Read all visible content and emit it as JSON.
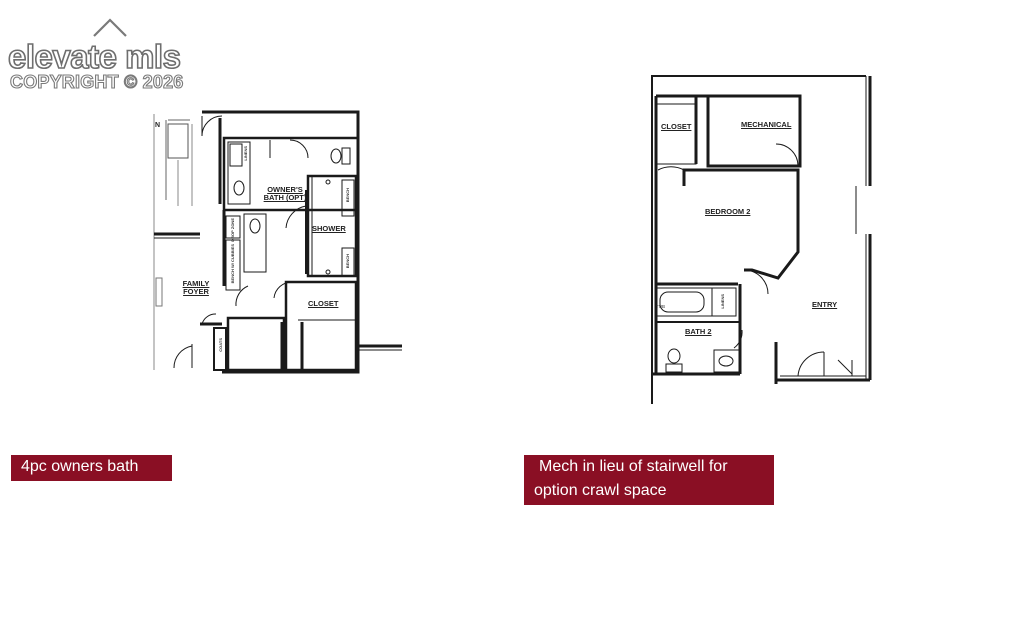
{
  "watermark": {
    "name": "elevate mls",
    "copyright": "COPYRIGHT © 2026"
  },
  "left_plan": {
    "rooms": {
      "owners_bath": "OWNER'S BATH (OPT)",
      "shower": "SHOWER",
      "closet": "CLOSET",
      "family_foyer": "FAMILY FOYER"
    },
    "small_labels": {
      "linens": "LINENS",
      "drop_zone": "DROP ZONE",
      "bench_cubbies": "BENCH W/ CUBBIES",
      "coats": "COATS",
      "bench_top": "BENCH",
      "bench_bottom": "BENCH"
    },
    "caption": "4pc owners bath"
  },
  "right_plan": {
    "rooms": {
      "closet": "CLOSET",
      "mechanical": "MECHANICAL",
      "bedroom2": "BEDROOM 2",
      "entry": "ENTRY",
      "bath2": "BATH 2"
    },
    "small_labels": {
      "linens": "LINENS"
    },
    "caption_line1": "Mech in lieu of stairwell for",
    "caption_line2": "option crawl space"
  },
  "colors": {
    "caption_bg": "#8a0f24",
    "wall": "#1a1a1a"
  }
}
